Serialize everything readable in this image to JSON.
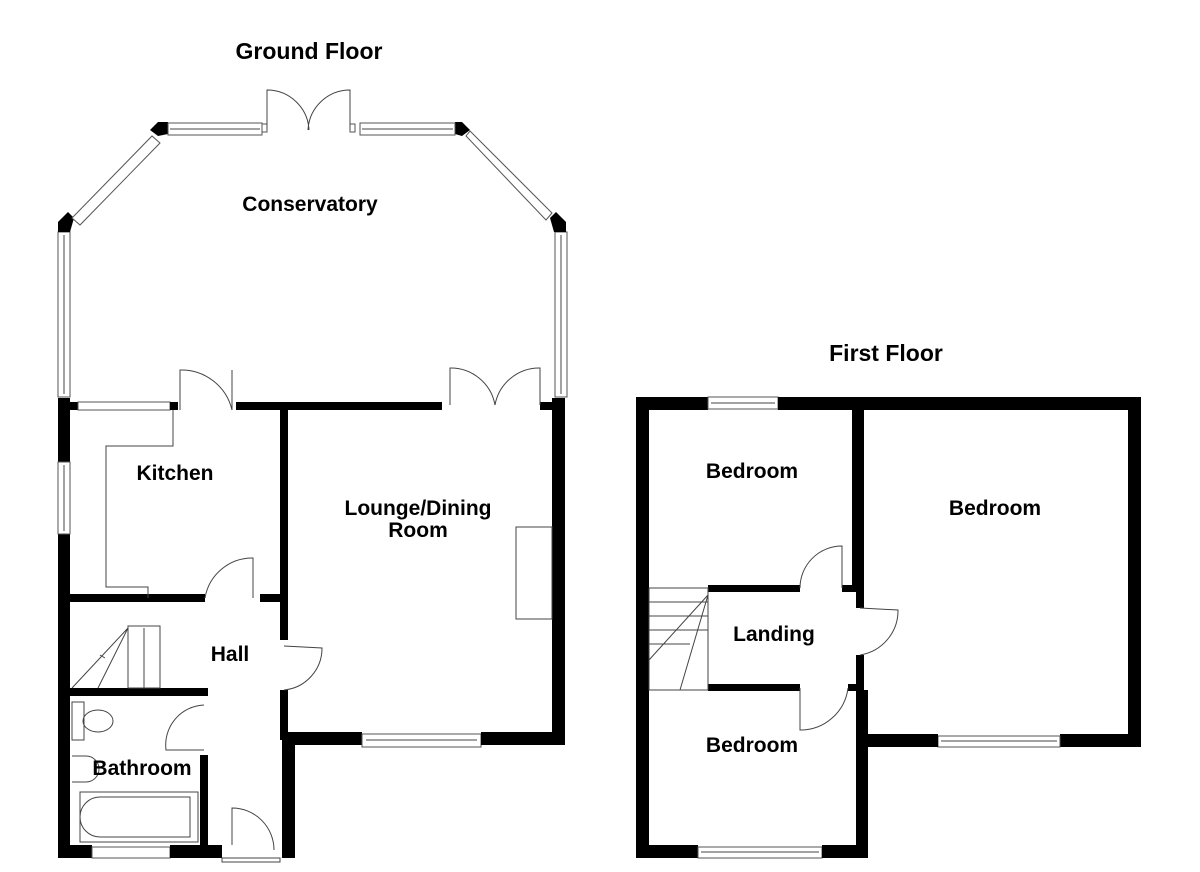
{
  "ground_floor": {
    "title": "Ground Floor",
    "rooms": {
      "conservatory": "Conservatory",
      "kitchen": "Kitchen",
      "lounge_line1": "Lounge/Dining",
      "lounge_line2": "Room",
      "hall": "Hall",
      "bathroom": "Bathroom"
    }
  },
  "first_floor": {
    "title": "First Floor",
    "rooms": {
      "bedroom_1": "Bedroom",
      "bedroom_2": "Bedroom",
      "bedroom_3": "Bedroom",
      "landing": "Landing"
    }
  }
}
